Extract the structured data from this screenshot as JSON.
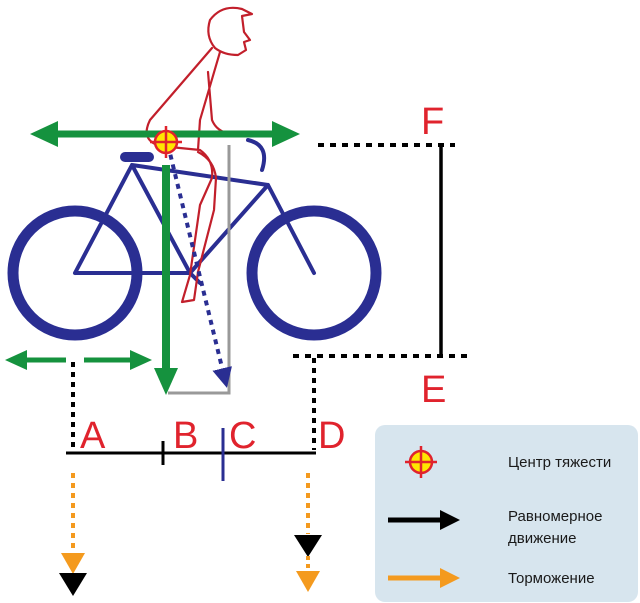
{
  "points": {
    "a": "A",
    "b": "B",
    "c": "C",
    "d": "D",
    "e": "E",
    "f": "F"
  },
  "legend": {
    "center_of_gravity": "Центр тяжести",
    "uniform_motion_line1": "Равномерное",
    "uniform_motion_line2": "движение",
    "braking": "Торможение"
  },
  "colors": {
    "bike": "#2a2e92",
    "rider": "#c21f2b",
    "force": "#15923e",
    "label": "#e0232d",
    "braking": "#f49a1e",
    "uniform": "#000000",
    "legend_bg": "#d7e5ee",
    "cog_fill": "#ffe600"
  }
}
